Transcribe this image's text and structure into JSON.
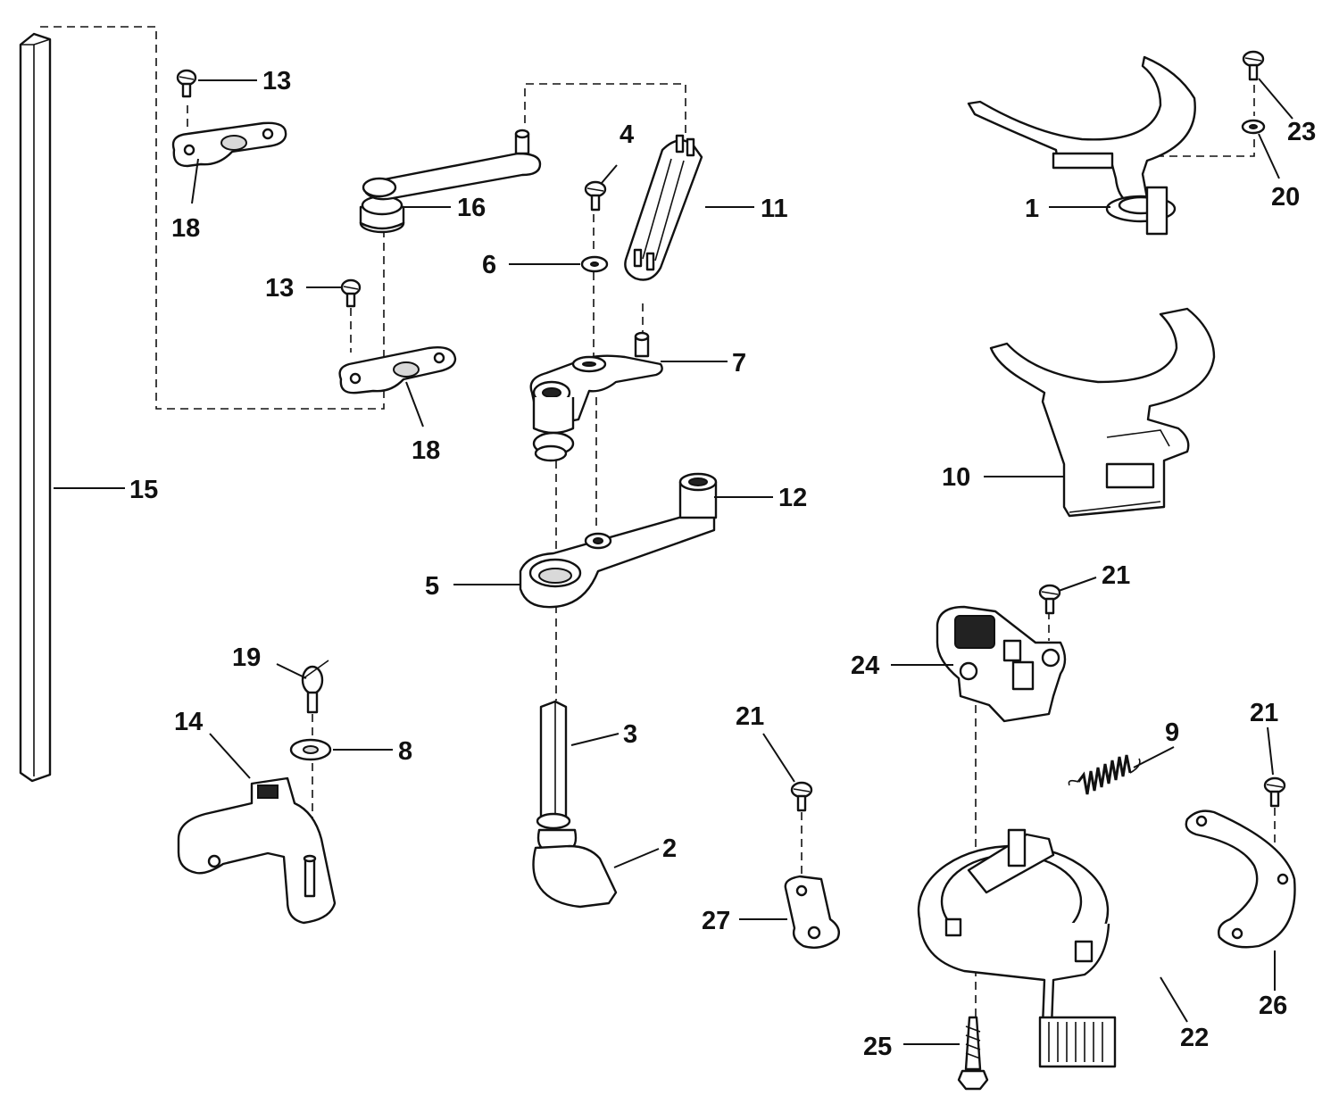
{
  "diagram": {
    "callouts": {
      "c1": "1",
      "c2": "2",
      "c3": "3",
      "c4": "4",
      "c5": "5",
      "c6": "6",
      "c7": "7",
      "c8": "8",
      "c9": "9",
      "c10": "10",
      "c11": "11",
      "c12": "12",
      "c13a": "13",
      "c13b": "13",
      "c14": "14",
      "c15": "15",
      "c16": "16",
      "c18a": "18",
      "c18b": "18",
      "c19": "19",
      "c20": "20",
      "c21a": "21",
      "c21b": "21",
      "c21c": "21",
      "c22": "22",
      "c23": "23",
      "c24": "24",
      "c25": "25",
      "c26": "26",
      "c27": "27"
    }
  }
}
